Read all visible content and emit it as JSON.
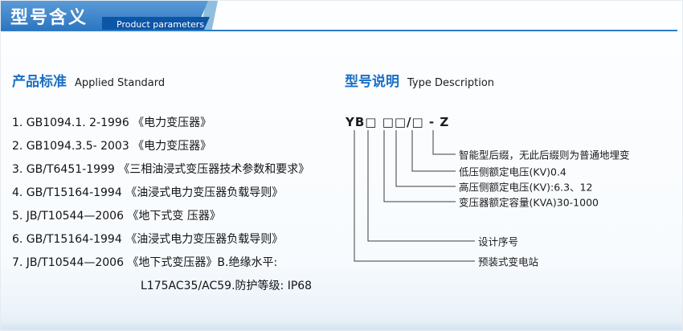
{
  "header": {
    "title": "型号含义",
    "subtitle": "Product parameters"
  },
  "colors": {
    "header_blue": "#2e7cc5",
    "header_dark_blue": "#0d55a7",
    "header_accent_blue": "#8fbede",
    "section_title_blue": "#1a6fc4"
  },
  "applied_standard": {
    "title": "产品标准",
    "subtitle": "Applied Standard",
    "items": [
      "1. GB1094.1. 2-1996 《电力变压器》",
      "2. GB1094.3.5- 2003 《电力变压器》",
      "3. GB/T6451-1999  《三相油浸式变压器技术参数和要求》",
      "4. GB/T15164-1994 《油浸式电力变压器负载导则》",
      "5. JB/T10544—2006 《地下式变 压器》",
      "6. GB/T15164-1994 《油浸式电力变压器负载导则》",
      "7. JB/T10544—2006 《地下式变压器》B.绝缘水平:",
      "L175AC35/AC59.防护等级: IP68"
    ]
  },
  "type_description": {
    "title": "型号说明",
    "subtitle": "Type Description",
    "model": "YB□ □□/□ - Z",
    "labels": [
      "智能型后缀，无此后缀则为普通地埋变",
      "低压侧额定电压(KV)0.4",
      "高压侧额定电压(KV):6.3、12",
      "变压器额定容量(KVA)30-1000",
      "设计序号",
      "预装式变电站"
    ]
  }
}
